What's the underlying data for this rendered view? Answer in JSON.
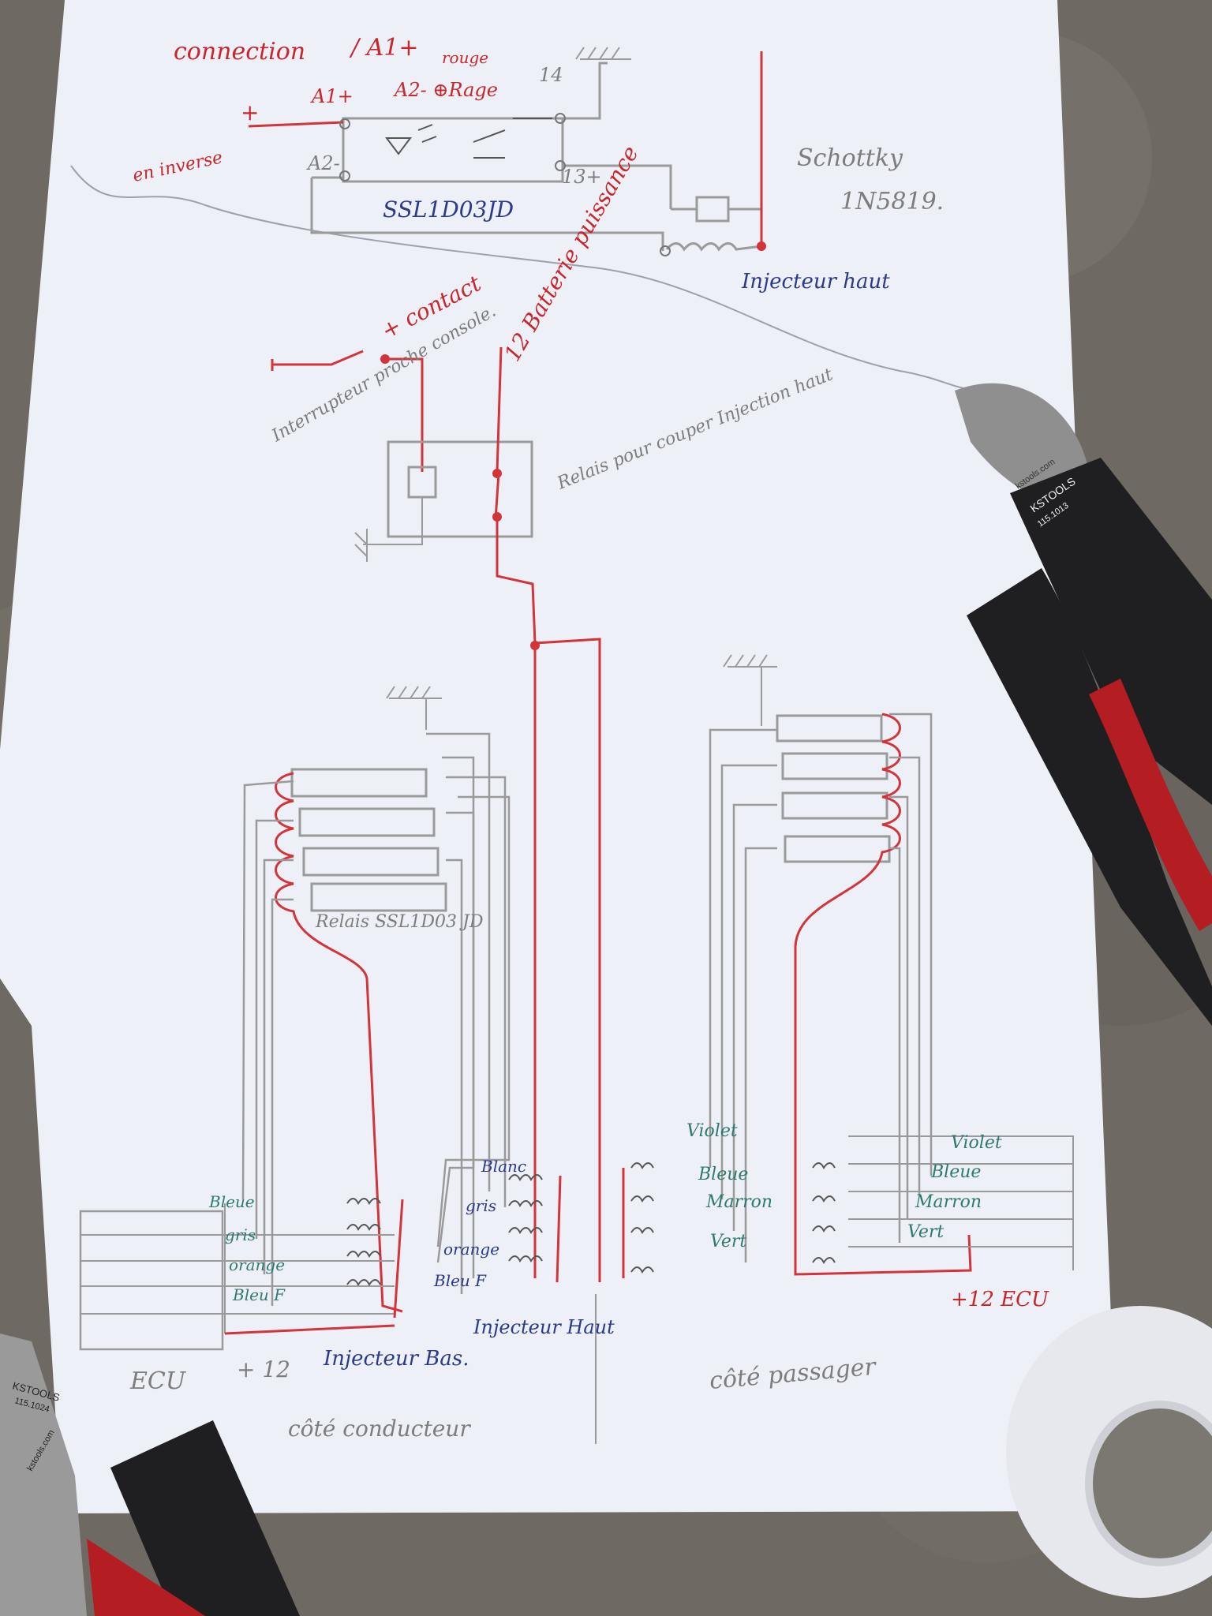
{
  "colors": {
    "wire_red": "#d3343a",
    "wire_grey": "#9a9a9a",
    "ink_red": "#c9262b",
    "ink_blue": "#2a3a8c",
    "ink_grey": "#7d7d7d",
    "ink_green": "#2f7a6e",
    "paper": "#eef0f7",
    "ground": "#6e6a63"
  },
  "top": {
    "connection_note": "connection",
    "a1_plus_note": "/ A1+",
    "rouge_note": "rouge",
    "a1_plus": "A1+",
    "a2_minus_masse": "A2- ⊕Rage",
    "pin_14": "14",
    "plus_sign": "+",
    "a2": "A2-",
    "pin_13": "13+",
    "en_inverse": "en inverse",
    "relay_part": "SSL1D03JD",
    "schottky": "Schottky",
    "diode_part": "1N5819.",
    "injecteur_haut": "Injecteur haut"
  },
  "middle": {
    "plus_contact": "+ contact",
    "batterie": "12 Batterie puissance",
    "interrupteur": "Interrupteur proche console.",
    "relais_note": "Relais pour couper Injection haut"
  },
  "left_block": {
    "relais_label": "Relais SSL1D03 JD",
    "wires_ecu": [
      "Bleue",
      "gris",
      "orange",
      "Bleu F"
    ],
    "wires_right": [
      "Blanc",
      "gris",
      "orange",
      "Bleu F"
    ],
    "ecu": "ECU",
    "plus12": "+ 12",
    "injecteur_bas": "Injecteur Bas.",
    "cote_conducteur": "côté conducteur",
    "injecteur_haut": "Injecteur Haut"
  },
  "right_block": {
    "wires_left": [
      "Violet",
      "Bleue",
      "Marron",
      "Vert"
    ],
    "wires_right": [
      "Violet",
      "Bleue",
      "Marron",
      "Vert"
    ],
    "plus12_ecu": "+12 ECU",
    "cote_passager": "côté passager"
  },
  "tools": {
    "cutter_brand": "KSTOOLS",
    "cutter_model": "115.1013",
    "cutter_url": "kstools.com",
    "stripper_brand": "KSTOOLS",
    "stripper_model": "115.1024",
    "stripper_url": "kstools.com"
  }
}
